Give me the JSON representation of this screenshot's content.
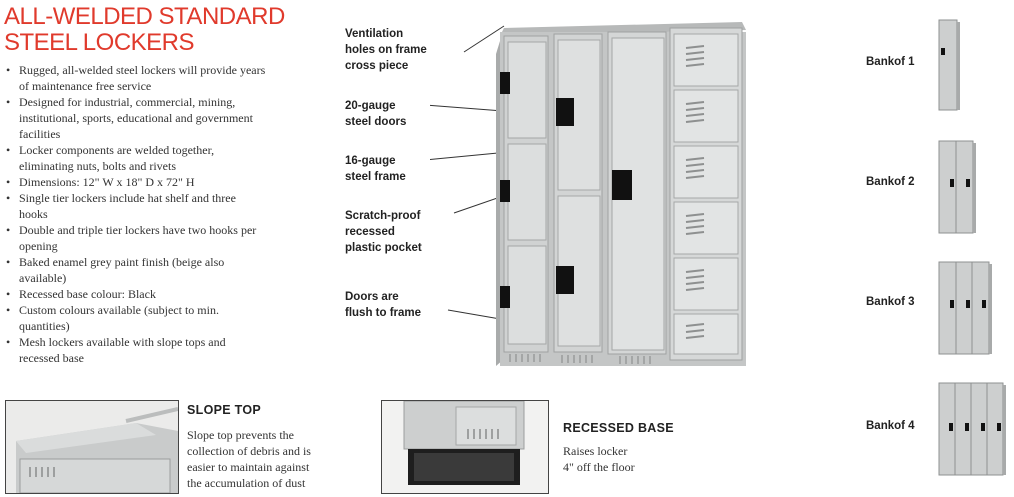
{
  "title": {
    "line1": "ALL-WELDED STANDARD",
    "line2": "STEEL LOCKERS"
  },
  "features": [
    "Rugged, all-welded steel lockers will provide years of maintenance free service",
    "Designed for industrial, commercial, mining, institutional, sports, educational and government facilities",
    "Locker components are welded together, eliminating nuts, bolts and rivets",
    "Dimensions: 12\" W x 18\" D x 72\" H",
    "Single tier lockers include hat shelf and three hooks",
    "Double and triple tier lockers have two hooks per opening",
    "Baked enamel grey paint finish (beige also available)",
    "Recessed base colour: Black",
    "Custom colours available (subject to min. quantities)",
    "Mesh lockers available with slope tops and recessed base"
  ],
  "callouts": {
    "ventilation": "Ventilation\nholes on frame\ncross piece",
    "doors": "20-gauge\nsteel doors",
    "frame": "16-gauge\nsteel frame",
    "pocket": "Scratch-proof\nrecessed\nplastic pocket",
    "flush": "Doors are\nflush to frame"
  },
  "slope_top": {
    "title": "SLOPE TOP",
    "description": "Slope top prevents the\ncollection of debris and is\neasier to maintain against\nthe accumulation of dust"
  },
  "recessed_base": {
    "title": "RECESSED BASE",
    "description": "Raises locker\n4\" off the floor"
  },
  "banks": {
    "bank1": "Bankof 1",
    "bank2": "Bankof 2",
    "bank3": "Bankof 3",
    "bank4": "Bankof 4"
  },
  "colors": {
    "title_red": "#e03a2c",
    "locker_grey": "#c9cbcb",
    "pocket_black": "#111111"
  }
}
